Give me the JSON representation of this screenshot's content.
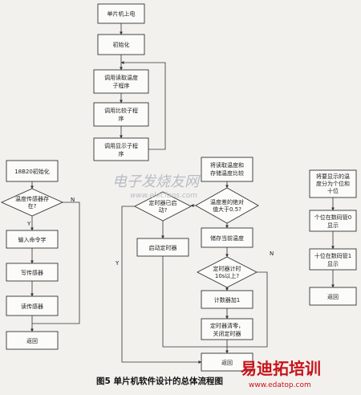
{
  "caption": "图5  单片机软件设计的总体流程图",
  "main_flow": {
    "power_on": "单片机上电",
    "init": "初始化",
    "call_read_temp": [
      "调用读取温度",
      "子程序"
    ],
    "call_compare": [
      "调用比较子程",
      "序"
    ],
    "call_display": [
      "调用显示子程",
      "序"
    ]
  },
  "read_flow": {
    "ds_init": "18B20初始化",
    "sensor_q": [
      "温度传感器存",
      "在?"
    ],
    "input_cmd": "输入命令字",
    "write_sensor": "写传感器",
    "read_sensor": "读传感器",
    "return": "返回",
    "yes": "Y",
    "no": "N"
  },
  "compare_flow": {
    "compare": [
      "将读取温度和",
      "存储温度比较"
    ],
    "timer_q": [
      "定时器已启",
      "动?"
    ],
    "diff_q": [
      "温度差的绝对",
      "值大于0.5?"
    ],
    "start_timer": "启动定时器",
    "store_temp": "储存当前温度",
    "time_q": [
      "定时器计时",
      "10s以上?"
    ],
    "counter": "计数器加1",
    "clear_timer": [
      "定时器清零，",
      "关闭定时器"
    ],
    "return": "返回",
    "yes": "Y",
    "no": "N"
  },
  "display_flow": {
    "split": [
      "将要显示的温",
      "度分为个位和",
      "十位"
    ],
    "ones": [
      "个位在数码管0",
      "显示"
    ],
    "tens": [
      "十位在数码管1",
      "显示"
    ],
    "return": "返回"
  },
  "watermark": {
    "cn": "电子发烧友网",
    "url": "www.elecfans.com",
    "brand_cn": "易迪拓培训",
    "brand_url": "www.edatop.com"
  },
  "colors": {
    "brand_red": "#c9121a",
    "line": "#333333",
    "watermark": "#b9bcc4"
  }
}
